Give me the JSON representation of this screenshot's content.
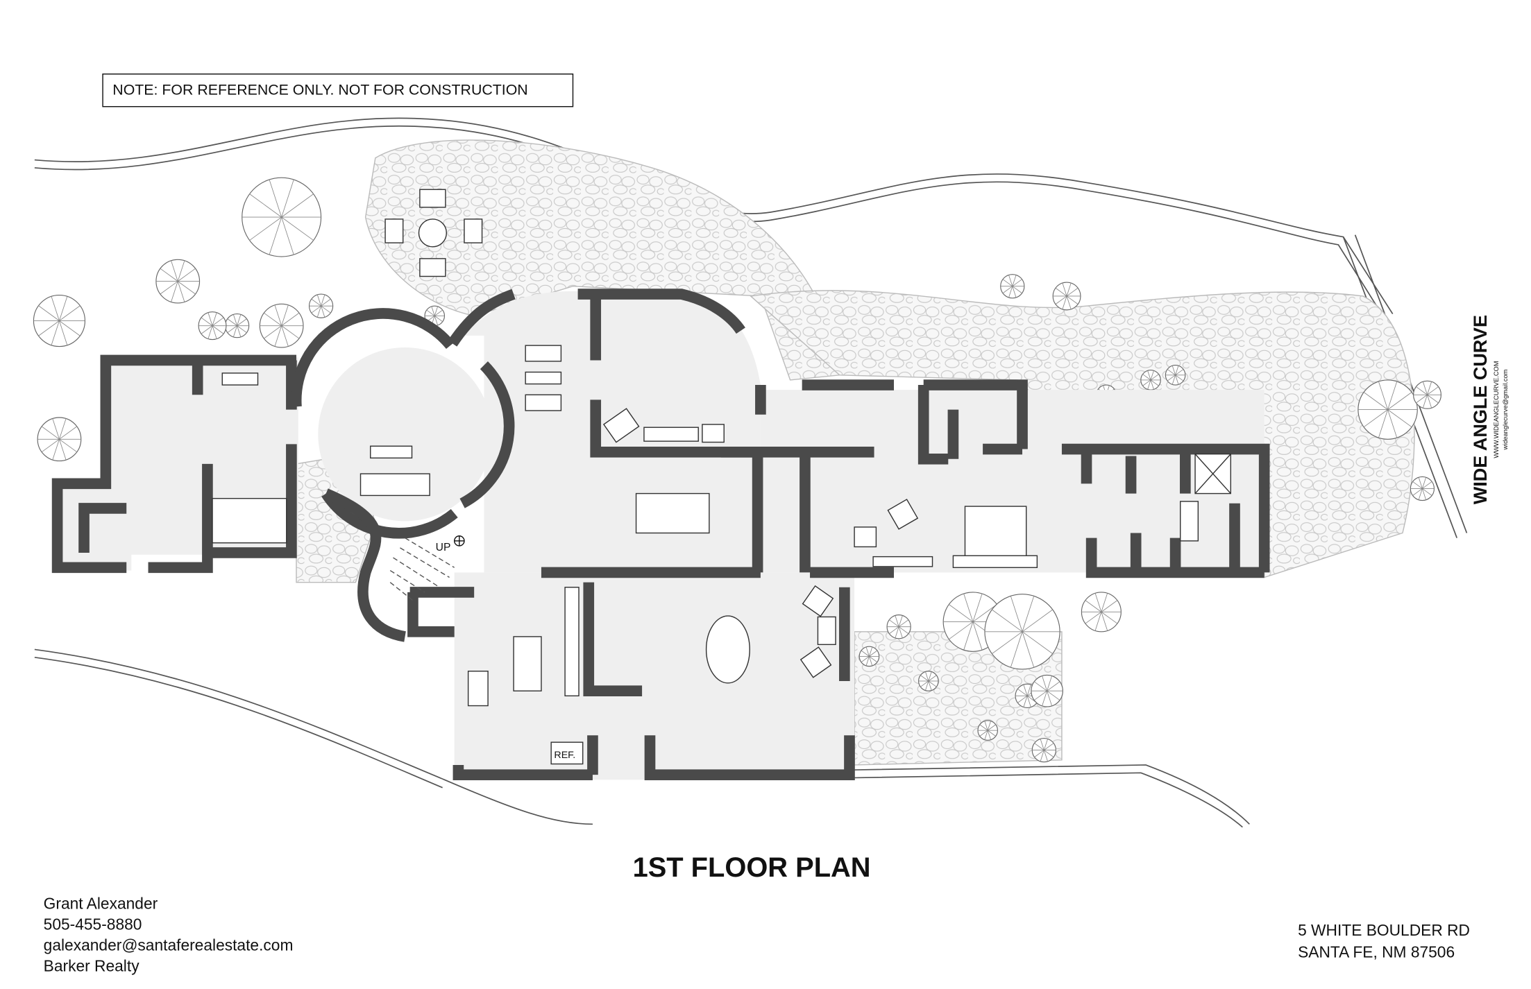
{
  "note": "NOTE: FOR REFERENCE ONLY. NOT FOR CONSTRUCTION",
  "title": "1ST FLOOR PLAN",
  "labels": {
    "up": "UP",
    "ref": "REF."
  },
  "brand": {
    "name": "WIDE ANGLE CURVE",
    "website": "WWW.WIDEANGLECURVE.COM",
    "email": "wideanglecurve@gmail.com"
  },
  "contact": {
    "name": "Grant Alexander",
    "phone": "505-455-8880",
    "email": "galexander@santaferealestate.com",
    "company": "Barker Realty"
  },
  "address": {
    "line1": "5 WHITE BOULDER RD",
    "line2": "SANTA FE, NM 87506"
  },
  "colors": {
    "wall": "#4a4a4a",
    "floor": "#efefef",
    "stone": "#dcdcdc"
  }
}
